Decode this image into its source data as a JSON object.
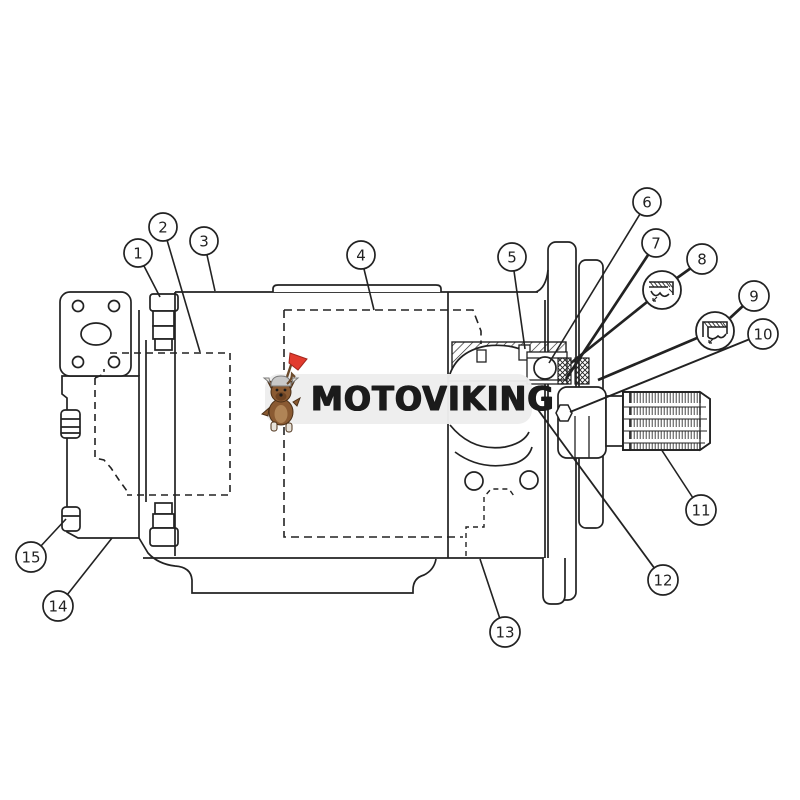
{
  "page": {
    "background": "#ffffff"
  },
  "watermark": {
    "brand": "MOTOVIKING",
    "logo": "viking-dog-mascot",
    "band_color": "#ededed",
    "text_color": "#1b1b1b",
    "flag_color": "#e23b2e"
  },
  "diagram": {
    "title": "hydraulic pump sectional parts diagram",
    "line_color": "#222222",
    "callouts": [
      {
        "label": "1"
      },
      {
        "label": "2"
      },
      {
        "label": "3"
      },
      {
        "label": "4"
      },
      {
        "label": "5"
      },
      {
        "label": "6"
      },
      {
        "label": "7"
      },
      {
        "label": "8"
      },
      {
        "label": "9"
      },
      {
        "label": "10"
      },
      {
        "label": "11"
      },
      {
        "label": "12"
      },
      {
        "label": "13"
      },
      {
        "label": "14"
      },
      {
        "label": "15"
      }
    ],
    "detail_bubbles": [
      {
        "icon": "seal-cross-section-icon"
      },
      {
        "icon": "seal-cross-section-icon"
      }
    ]
  }
}
